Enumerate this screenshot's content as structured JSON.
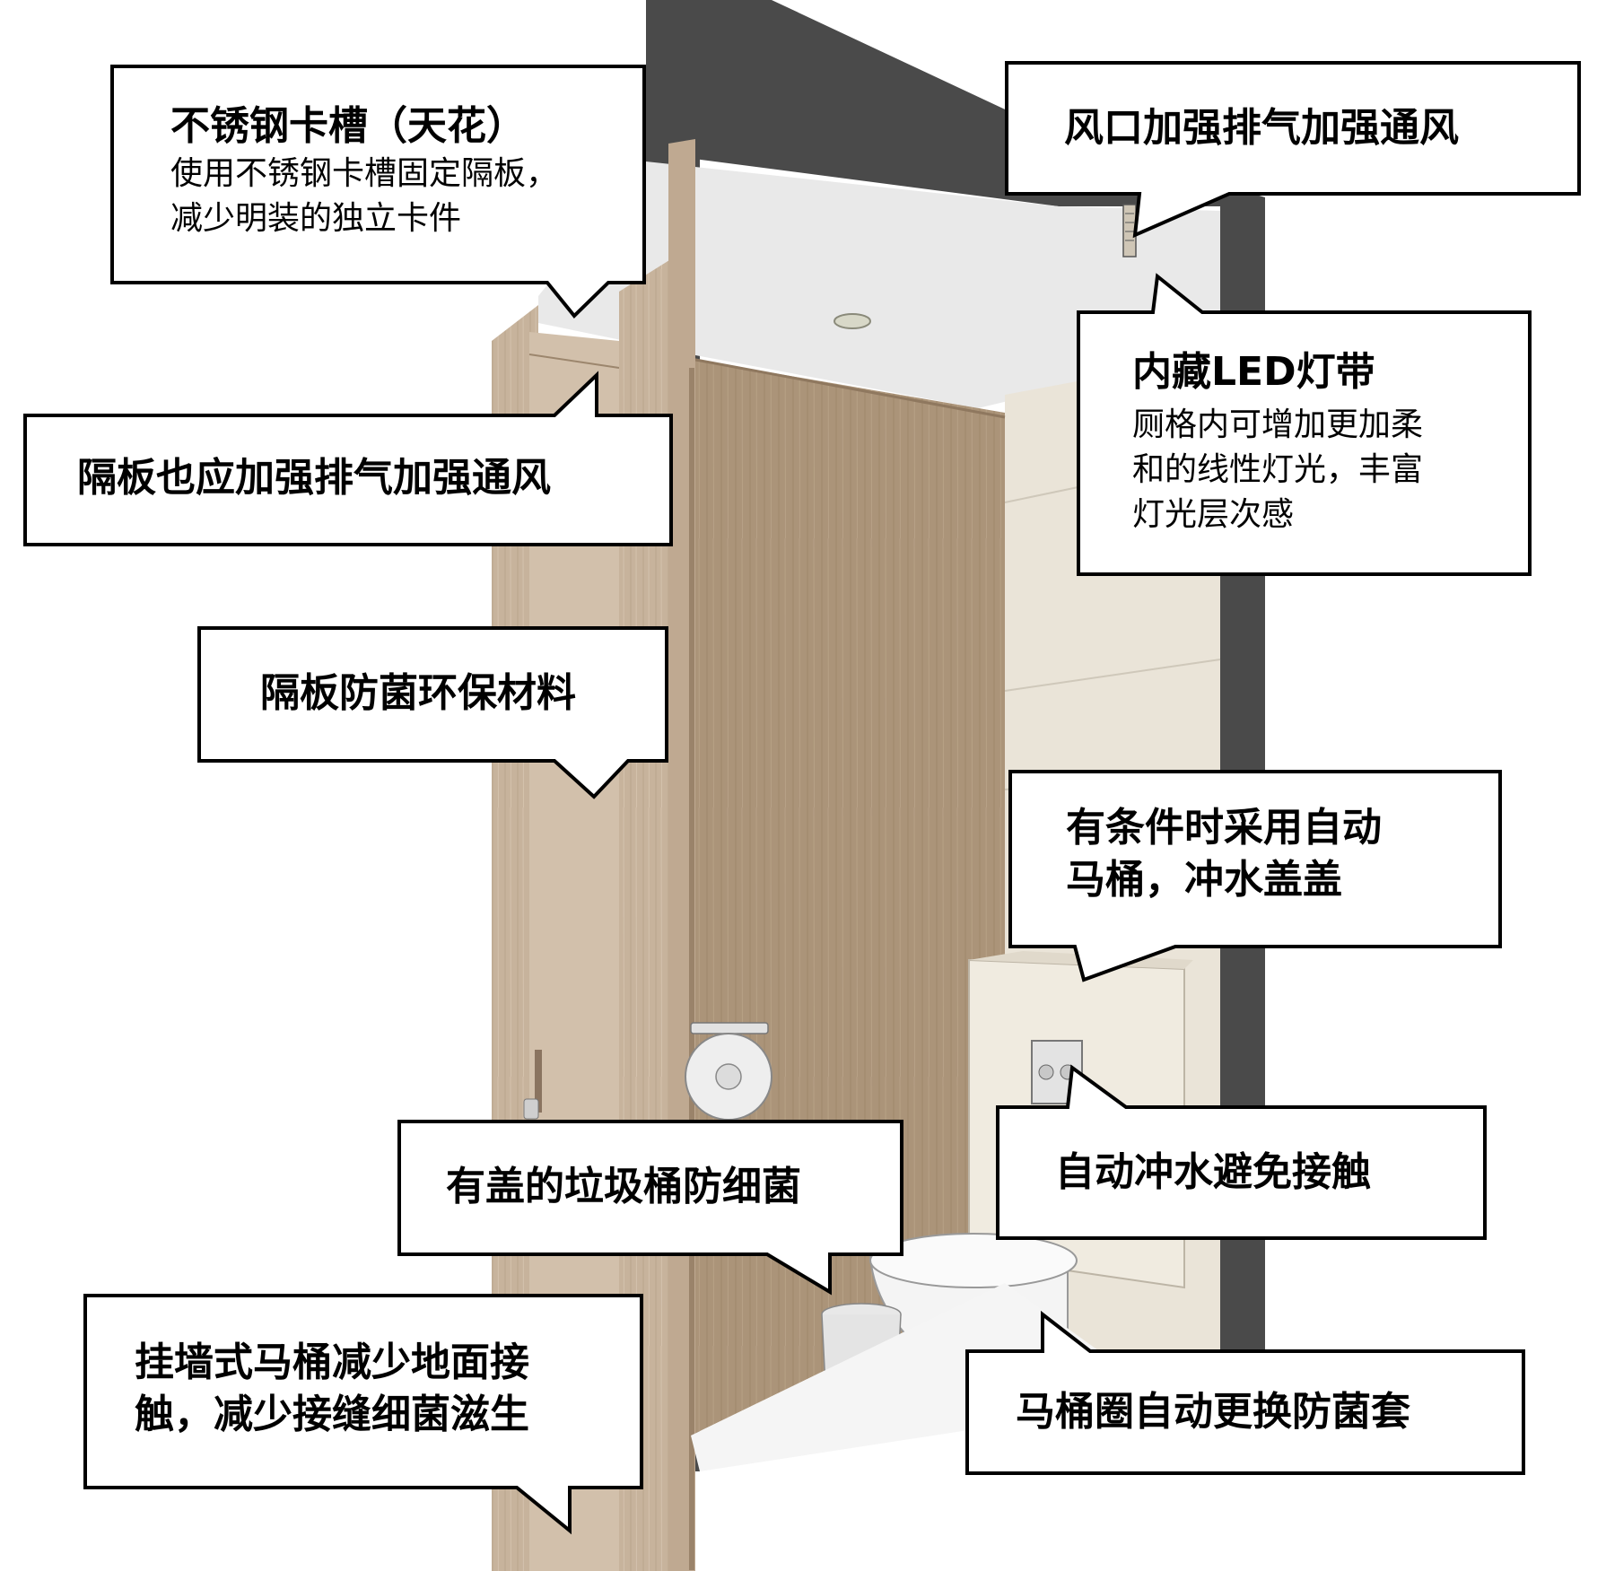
{
  "colors": {
    "wood_light": "#cbb8a3",
    "wood_mid": "#b8a188",
    "wood_dark": "#a48d74",
    "charcoal": "#4a4a4a",
    "ceiling": "#e7e7e7",
    "stone": "#ece6da",
    "callout_border": "#000000",
    "callout_fill": "#ffffff"
  },
  "callouts": {
    "stainless_slot": {
      "title": "不锈钢卡槽（天花）",
      "body": [
        "使用不锈钢卡槽固定隔板，",
        "减少明装的独立卡件"
      ]
    },
    "vent": {
      "title": "风口加强排气加强通风"
    },
    "partition_vent": {
      "title": "隔板也应加强排气加强通风"
    },
    "led": {
      "title": "内藏LED灯带",
      "body": [
        "厕格内可增加更加柔",
        "和的线性灯光，丰富",
        "灯光层次感"
      ]
    },
    "antibacterial": {
      "title": "隔板防菌环保材料"
    },
    "auto_toilet": {
      "title": [
        "有条件时采用自动",
        "马桶，冲水盖盖"
      ]
    },
    "auto_flush": {
      "title": "自动冲水避免接触"
    },
    "bin": {
      "title": "有盖的垃圾桶防细菌"
    },
    "wall_hung": {
      "title": [
        "挂墙式马桶减少地面接",
        "触，减少接缝细菌滋生"
      ]
    },
    "seat_cover": {
      "title": "马桶圈自动更换防菌套"
    }
  }
}
